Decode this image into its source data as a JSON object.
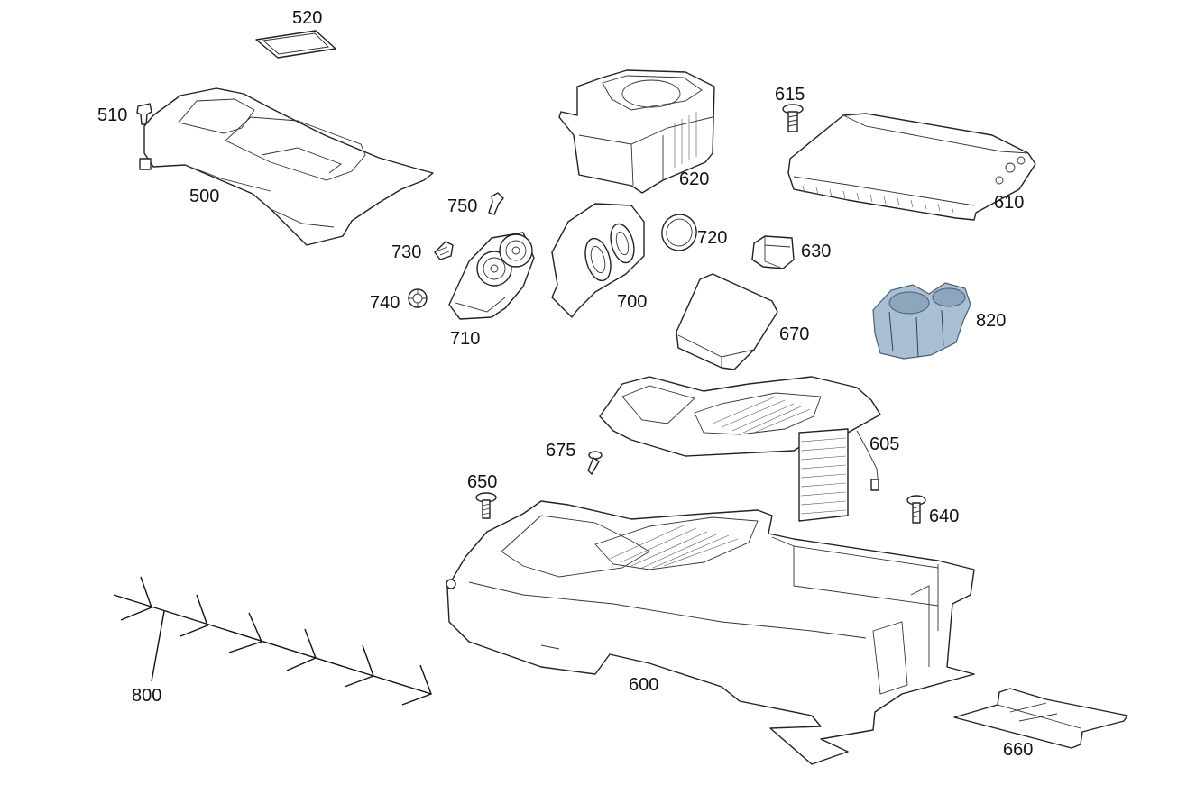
{
  "labels": {
    "l500": "500",
    "l510": "510",
    "l520": "520",
    "l600": "600",
    "l605": "605",
    "l610": "610",
    "l615": "615",
    "l620": "620",
    "l630": "630",
    "l640": "640",
    "l650": "650",
    "l660": "660",
    "l670": "670",
    "l675": "675",
    "l700": "700",
    "l710": "710",
    "l720": "720",
    "l730": "730",
    "l740": "740",
    "l750": "750",
    "l800": "800",
    "l820": "820"
  },
  "colors": {
    "line": "#222222",
    "cupholder_fill": "#a9bfd4",
    "background": "#ffffff"
  }
}
